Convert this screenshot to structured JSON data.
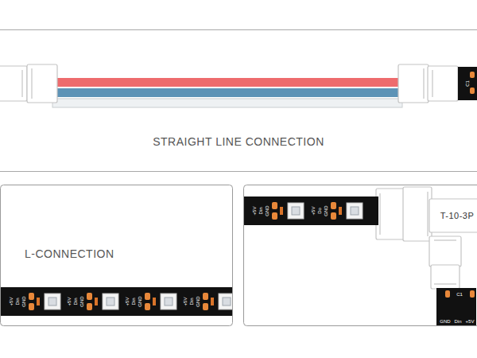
{
  "diagram": {
    "nodes": [
      {
        "text": [
          "STRAIGHT LINE CONNECTION"
        ]
      },
      {
        "text": [
          "L-CONNECTION"
        ]
      },
      {
        "text": [
          "T-10-3P"
        ]
      }
    ],
    "labels": [
      "C1",
      "+5V",
      "Din",
      "GND",
      "+5V",
      "Din",
      "GND",
      "+5V",
      "Din",
      "GND",
      "+5V",
      "Din",
      "GND",
      "+5V",
      "Din",
      "GND",
      "+5V",
      "Do",
      "GND",
      "C1",
      "GND",
      "Din",
      "+5V"
    ]
  }
}
